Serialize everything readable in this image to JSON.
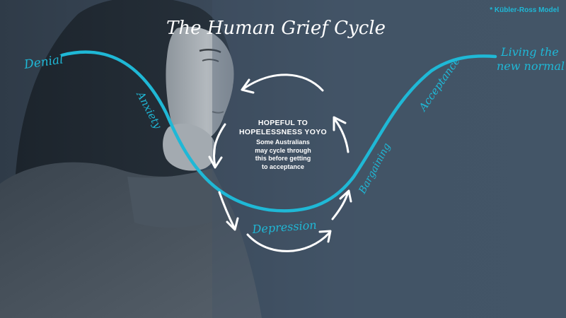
{
  "title": "The Human Grief Cycle",
  "model_note": "* Kübler-Ross Model",
  "stages": {
    "denial": "Denial",
    "anxiety": "Anxiety",
    "depression": "Depression",
    "bargaining": "Bargaining",
    "acceptance": "Acceptance",
    "living": [
      "Living the",
      "new normal"
    ]
  },
  "center": {
    "heading": [
      "HOPEFUL TO",
      "HOPELESSNESS YOYO"
    ],
    "body": [
      "Some Australians",
      "may cycle through",
      "this before getting",
      "to acceptance"
    ]
  },
  "colors": {
    "accent": "#1fb8d6",
    "text": "#ffffff",
    "background": "#435567"
  }
}
